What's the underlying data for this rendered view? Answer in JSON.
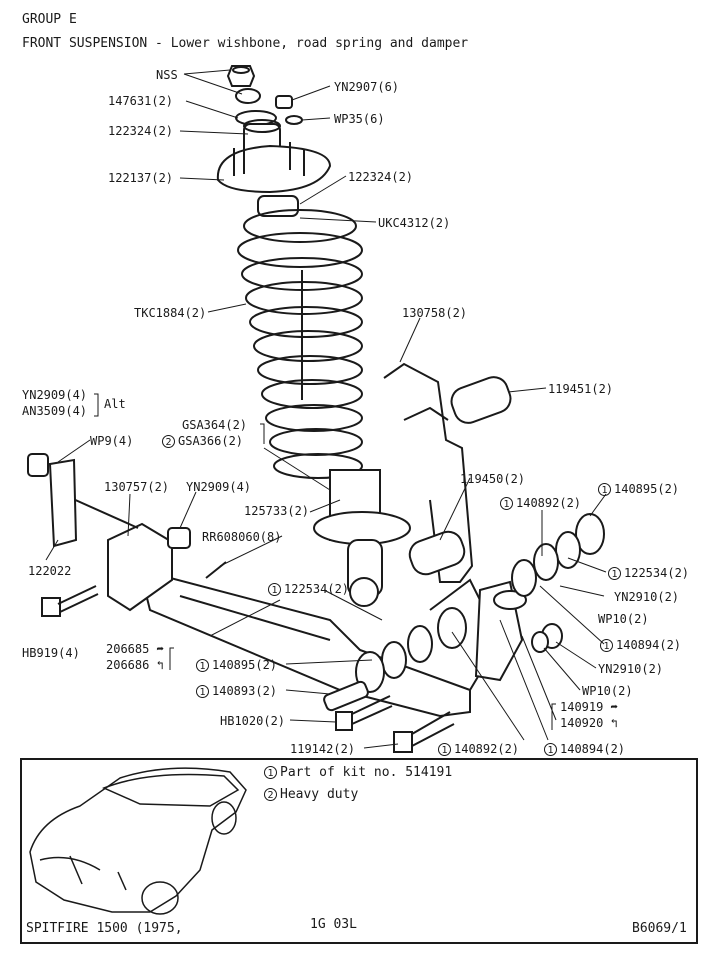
{
  "header": {
    "group": "GROUP E",
    "title": "FRONT SUSPENSION - Lower wishbone, road spring and damper"
  },
  "parts": {
    "nss": "NSS",
    "p147631": "147631(2)",
    "p122324a": "122324(2)",
    "p122137": "122137(2)",
    "p122324b": "122324(2)",
    "yn2907": "YN2907(6)",
    "wp35": "WP35(6)",
    "ukc4312": "UKC4312(2)",
    "tkc1884": "TKC1884(2)",
    "p130758": "130758(2)",
    "p119451": "119451(2)",
    "yn2909a": "YN2909(4)",
    "an3509": "AN3509(4)",
    "alt": "Alt",
    "wp9": "WP9(4)",
    "gsa364": "GSA364(2)",
    "gsa366": "GSA366(2)",
    "p119450": "119450(2)",
    "p130757": "130757(2)",
    "yn2909b": "YN2909(4)",
    "p125733": "125733(2)",
    "rr608060": "RR608060(8)",
    "p140892a": "140892(2)",
    "p140895a": "140895(2)",
    "p122022": "122022",
    "p122534a": "122534(2)",
    "p122534b": "122534(2)",
    "yn2910a": "YN2910(2)",
    "wp10a": "WP10(2)",
    "hb919": "HB919(4)",
    "p206685": "206685",
    "p206686": "206686",
    "p140894a": "140894(2)",
    "yn2910b": "YN2910(2)",
    "p140895b": "140895(2)",
    "wp10b": "WP10(2)",
    "p140893": "140893(2)",
    "hb1020": "HB1020(2)",
    "p140919": "140919",
    "p140920": "140920",
    "p119142": "119142(2)",
    "p140892b": "140892(2)",
    "p140894b": "140894(2)",
    "circle1": "1",
    "circle2": "2"
  },
  "footer": {
    "note1": "Part of kit no. 514191",
    "note2": "Heavy duty",
    "model": "SPITFIRE 1500 (1975,",
    "code": "1G 03L",
    "ref": "B6069/1"
  }
}
